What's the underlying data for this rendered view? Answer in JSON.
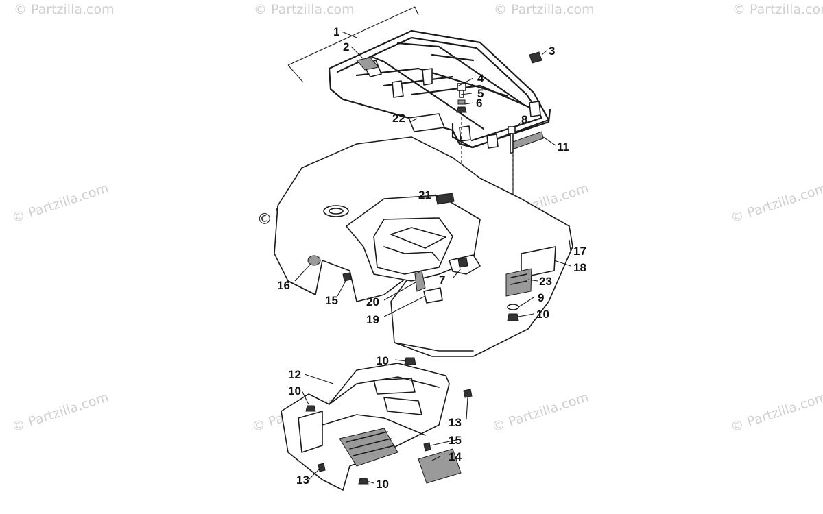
{
  "watermark": {
    "text": "© Partzilla.com",
    "main_text": "© Partzilla.com"
  },
  "callouts": {
    "c1": "1",
    "c2": "2",
    "c3": "3",
    "c4": "4",
    "c5": "5",
    "c6": "6",
    "c7": "7",
    "c8": "8",
    "c9": "9",
    "c10a": "10",
    "c10b": "10",
    "c10c": "10",
    "c10d": "10",
    "c11": "11",
    "c12": "12",
    "c13a": "13",
    "c13b": "13",
    "c14": "14",
    "c15a": "15",
    "c15b": "15",
    "c16": "16",
    "c17": "17",
    "c18": "18",
    "c19": "19",
    "c20": "20",
    "c21": "21",
    "c22": "22",
    "c23": "23"
  }
}
